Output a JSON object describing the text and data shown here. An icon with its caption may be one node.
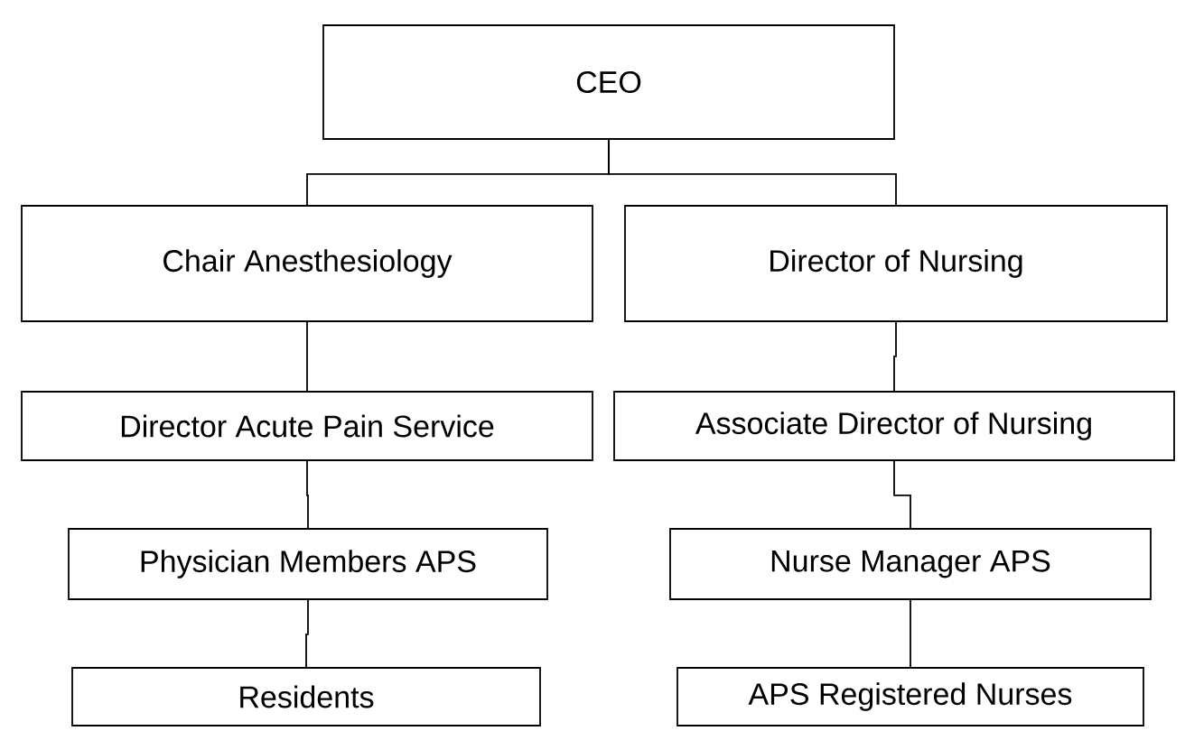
{
  "diagram": {
    "nodes": [
      {
        "text": [
          "CEO"
        ]
      },
      {
        "text": [
          "Chair Anesthesiology"
        ]
      },
      {
        "text": [
          "Director of Nursing"
        ]
      },
      {
        "text": [
          "Director Acute Pain Service"
        ]
      },
      {
        "text": [
          "Associate Director of Nursing"
        ]
      },
      {
        "text": [
          "Physician Members APS"
        ]
      },
      {
        "text": [
          "Nurse Manager APS"
        ]
      },
      {
        "text": [
          "Residents"
        ]
      },
      {
        "text": [
          "APS Registered Nurses"
        ]
      }
    ],
    "edges": [
      {
        "from": 0,
        "to": 1,
        "arrow": "none"
      },
      {
        "from": 0,
        "to": 2,
        "arrow": "none"
      },
      {
        "from": 1,
        "to": 3,
        "arrow": "none"
      },
      {
        "from": 3,
        "to": 5,
        "arrow": "none"
      },
      {
        "from": 5,
        "to": 7,
        "arrow": "none"
      },
      {
        "from": 2,
        "to": 4,
        "arrow": "none"
      },
      {
        "from": 4,
        "to": 6,
        "arrow": "none"
      },
      {
        "from": 6,
        "to": 8,
        "arrow": "none"
      }
    ]
  }
}
